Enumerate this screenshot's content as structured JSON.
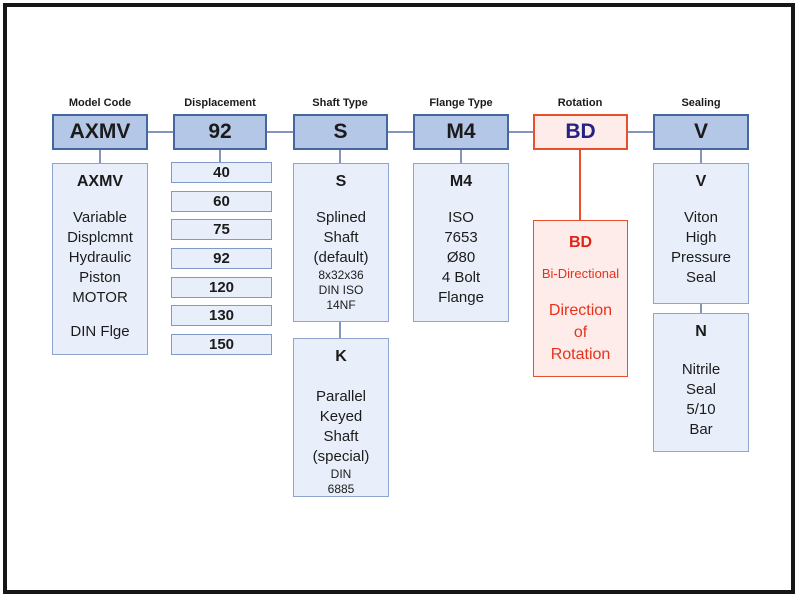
{
  "colors": {
    "top_box_fill": "#b4c7e7",
    "top_box_border": "#46669e",
    "detail_box_fill": "#e9effa",
    "detail_box_border": "#8fa5cf",
    "connector_line": "#8494bc",
    "rotation_box_fill": "#fdece9",
    "rotation_box_border": "#e8502c",
    "rotation_text": "#e8321c",
    "rotation_code_text": "#232387",
    "frame_border": "#161616",
    "text": "#1b1b1b"
  },
  "columns": [
    {
      "header": "Model Code",
      "code": "AXMV",
      "detail": {
        "title": "AXMV",
        "lines": [
          "Variable",
          "Displcmnt",
          "Hydraulic",
          "Piston",
          "MOTOR"
        ],
        "footer": "DIN Flge"
      }
    },
    {
      "header": "Displacement",
      "code": "92",
      "options": [
        "40",
        "60",
        "75",
        "92",
        "120",
        "130",
        "150"
      ]
    },
    {
      "header": "Shaft Type",
      "code": "S",
      "boxes": [
        {
          "title": "S",
          "lines": [
            "Splined",
            "Shaft",
            "(default)"
          ],
          "small_lines": [
            "8x32x36",
            "DIN ISO",
            "14NF"
          ]
        },
        {
          "title": "K",
          "lines": [
            "Parallel",
            "Keyed",
            "Shaft",
            "(special)"
          ],
          "small_lines": [
            "DIN",
            "6885"
          ]
        }
      ]
    },
    {
      "header": "Flange Type",
      "code": "M4",
      "detail": {
        "title": "M4",
        "lines": [
          "ISO",
          "7653",
          "Ø80",
          "4 Bolt",
          "Flange"
        ]
      }
    },
    {
      "header": "Rotation",
      "code": "BD",
      "detail": {
        "title": "BD",
        "subtitle": "Bi-Directional",
        "lines": [
          "Direction",
          "of",
          "Rotation"
        ]
      }
    },
    {
      "header": "Sealing",
      "code": "V",
      "boxes": [
        {
          "title": "V",
          "lines": [
            "Viton",
            "High",
            "Pressure",
            "Seal"
          ]
        },
        {
          "title": "N",
          "lines": [
            "Nitrile",
            "Seal",
            "5/10",
            "Bar"
          ]
        }
      ]
    }
  ]
}
